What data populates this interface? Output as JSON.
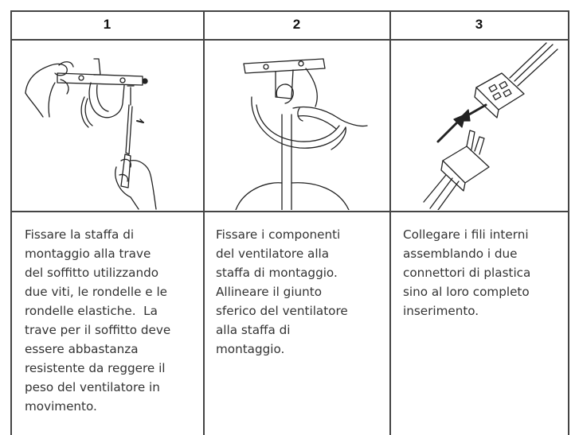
{
  "steps": [
    {
      "number": "1",
      "illustration": "hand-screwdriver-mounting-bracket",
      "text_lines": [
        "Fissare la staffa di",
        "montaggio alla trave",
        "del soffitto utilizzando",
        "due viti, le rondelle e le",
        "rondelle elastiche.  La",
        "trave per il soffitto deve",
        "essere abbastanza",
        "resistente da reggere il",
        "peso del ventilatore in",
        "movimento."
      ]
    },
    {
      "number": "2",
      "illustration": "fan-ball-joint-into-bracket",
      "text_lines": [
        "Fissare i componenti",
        "del ventilatore alla",
        "staffa di montaggio.",
        "Allineare il giunto",
        "sferico del ventilatore",
        "alla staffa di",
        "montaggio."
      ]
    },
    {
      "number": "3",
      "illustration": "plastic-connectors-joining",
      "text_lines": [
        "Collegare i fili interni",
        "assemblando i due",
        "connettori di plastica",
        "sino al loro completo",
        "inserimento."
      ]
    }
  ]
}
